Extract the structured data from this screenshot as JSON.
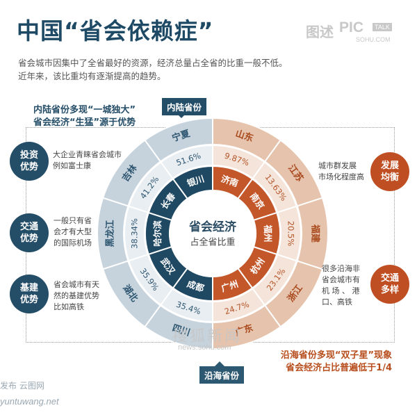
{
  "header": {
    "title": "中国“省会依赖症”",
    "intro_line1": "省会城市因集中了全省最好的资源，经济总量占全省的比重一般不低。",
    "intro_line2": "近年来，该比重均有逐渐提高的趋势。"
  },
  "logo": {
    "cn": "图述",
    "pic": "PIC",
    "talk": "TALK",
    "sohu": "SOHU.COM"
  },
  "inland": {
    "tag": "内陆省份",
    "headline_line1": "内陆省份多现“一城独大”",
    "headline_line2": "省会经济“生猛”源于优势",
    "color": "#244d68",
    "reasons": [
      {
        "badge": [
          "投资",
          "优势"
        ],
        "text": [
          "大企业青睐省会城市",
          "例如富士康"
        ]
      },
      {
        "badge": [
          "交通",
          "优势"
        ],
        "text": [
          "一般只有省",
          "会才有大型",
          "的国际机场"
        ]
      },
      {
        "badge": [
          "基建",
          "优势"
        ],
        "text": [
          "省会城市有天",
          "然的基建优势",
          "比如高铁"
        ]
      }
    ]
  },
  "coastal": {
    "tag": "沿海省份",
    "headline_line1": "沿海省份多现“双子星”现象",
    "headline_line2": "省会经济占比普遍低于1/4",
    "color": "#bf4f22",
    "reasons": [
      {
        "badge": [
          "发展",
          "均衡"
        ],
        "text": [
          "城市群发展",
          "市场化程度高"
        ]
      },
      {
        "badge": [
          "交通",
          "多样"
        ],
        "text": [
          "很多沿海非",
          "省会城市有",
          "机 场 、 港",
          "口、高铁"
        ]
      }
    ]
  },
  "center": {
    "line1": "省会经济",
    "line2": "占全省比重"
  },
  "chart_data": {
    "type": "pie",
    "title": "省会经济占全省比重",
    "series": [
      {
        "name": "内陆省份",
        "color": "#244d68",
        "points": [
          {
            "province": "宁夏",
            "capital": "银川",
            "share_pct": 51.6
          },
          {
            "province": "吉林",
            "capital": "长春",
            "share_pct": 41.2
          },
          {
            "province": "黑龙江",
            "capital": "哈尔滨",
            "share_pct": 38.34
          },
          {
            "province": "湖北",
            "capital": "武汉",
            "share_pct": 35.9
          },
          {
            "province": "四川",
            "capital": "成都",
            "share_pct": 35.4
          }
        ]
      },
      {
        "name": "沿海省份",
        "color": "#bf4f22",
        "points": [
          {
            "province": "山东",
            "capital": "济南",
            "share_pct": 9.87
          },
          {
            "province": "江苏",
            "capital": "南京",
            "share_pct": 13.63
          },
          {
            "province": "福建",
            "capital": "福州",
            "share_pct": 20.5
          },
          {
            "province": "浙江",
            "capital": "杭州",
            "share_pct": 23.1
          },
          {
            "province": "广东",
            "capital": "广州",
            "share_pct": 24.7
          }
        ]
      }
    ],
    "labels": {
      "inland_pct": [
        "51.6%",
        "41.2%",
        "38.34%",
        "35.9%",
        "35.4%"
      ],
      "coastal_pct": [
        "9.87%",
        "13.63%",
        "20.5%",
        "23.1%",
        "24.7%"
      ]
    }
  },
  "watermarks": {
    "sohu_cn": "搜狐新闻",
    "sohu_url": "news.sohu.com",
    "yuntu_cn": "发布 云图网",
    "yuntu_url": "yuntuwang.net"
  }
}
